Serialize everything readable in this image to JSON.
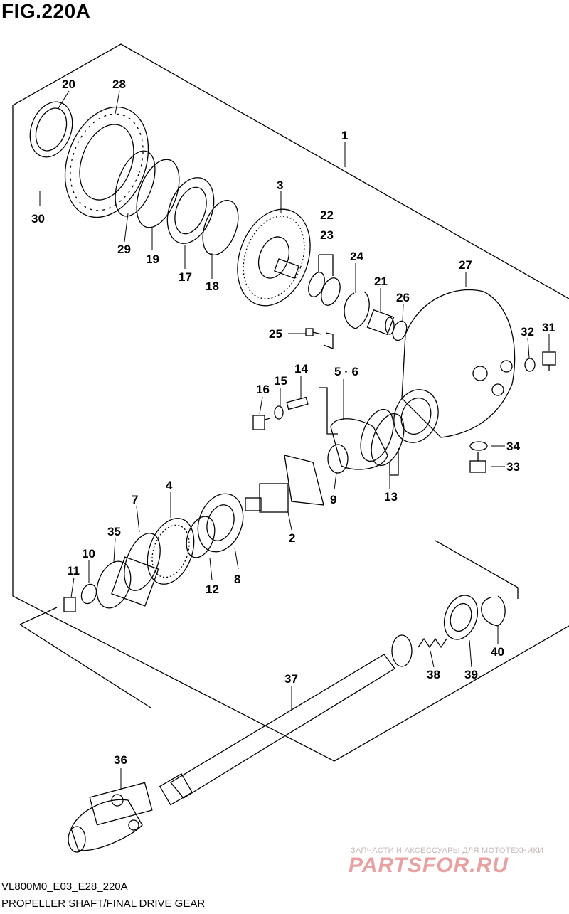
{
  "figure": {
    "title": "FIG.220A",
    "code": "VL800M0_E03_E28_220A",
    "caption": "PROPELLER SHAFT/FINAL DRIVE GEAR"
  },
  "callouts": {
    "p1": "1",
    "p2": "2",
    "p3": "3",
    "p4": "4",
    "p5_6": "5 · 6",
    "p7": "7",
    "p8": "8",
    "p9": "9",
    "p10": "10",
    "p11": "11",
    "p12": "12",
    "p13": "13",
    "p14": "14",
    "p15": "15",
    "p16": "16",
    "p17": "17",
    "p18": "18",
    "p19": "19",
    "p20": "20",
    "p21": "21",
    "p22": "22",
    "p23": "23",
    "p24": "24",
    "p25": "25",
    "p26": "26",
    "p27": "27",
    "p28": "28",
    "p29": "29",
    "p30": "30",
    "p31": "31",
    "p32": "32",
    "p33": "33",
    "p34": "34",
    "p35": "35",
    "p36": "36",
    "p37": "37",
    "p38": "38",
    "p39": "39",
    "p40": "40"
  },
  "watermark": {
    "tagline": "ЗАПЧАСТИ И АКСЕССУАРЫ ДЛЯ МОТОТЕХНИКИ",
    "logo": "PARTSFOR.RU"
  }
}
